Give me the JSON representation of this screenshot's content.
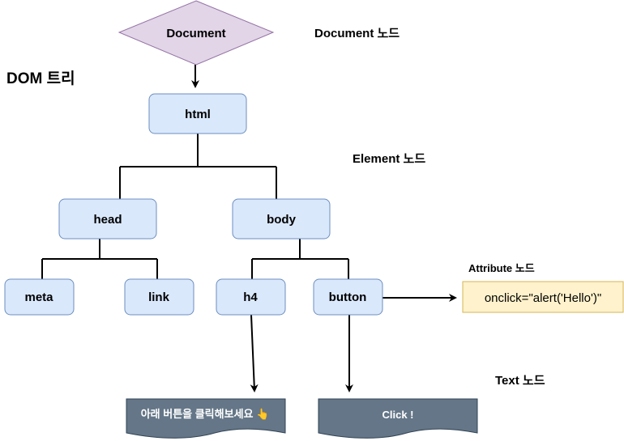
{
  "title": "DOM 트리",
  "colors": {
    "document_fill": "#e1d5e7",
    "document_stroke": "#9673a6",
    "element_fill": "#dae8fc",
    "element_stroke": "#6c8ebf",
    "attribute_fill": "#fff2cc",
    "attribute_stroke": "#d6b656",
    "text_fill": "#647687",
    "text_stroke": "#314354"
  },
  "nodes": {
    "document": "Document",
    "html": "html",
    "head": "head",
    "body": "body",
    "meta": "meta",
    "link": "link",
    "h4": "h4",
    "button": "button",
    "attribute": "onclick=\"alert('Hello')\"",
    "text_h4": "아래 버튼을 클릭해보세요 👆",
    "text_button": "Click !"
  },
  "labels": {
    "document_node": "Document 노드",
    "element_node": "Element 노드",
    "attribute_node": "Attribute 노드",
    "text_node": "Text 노드"
  }
}
